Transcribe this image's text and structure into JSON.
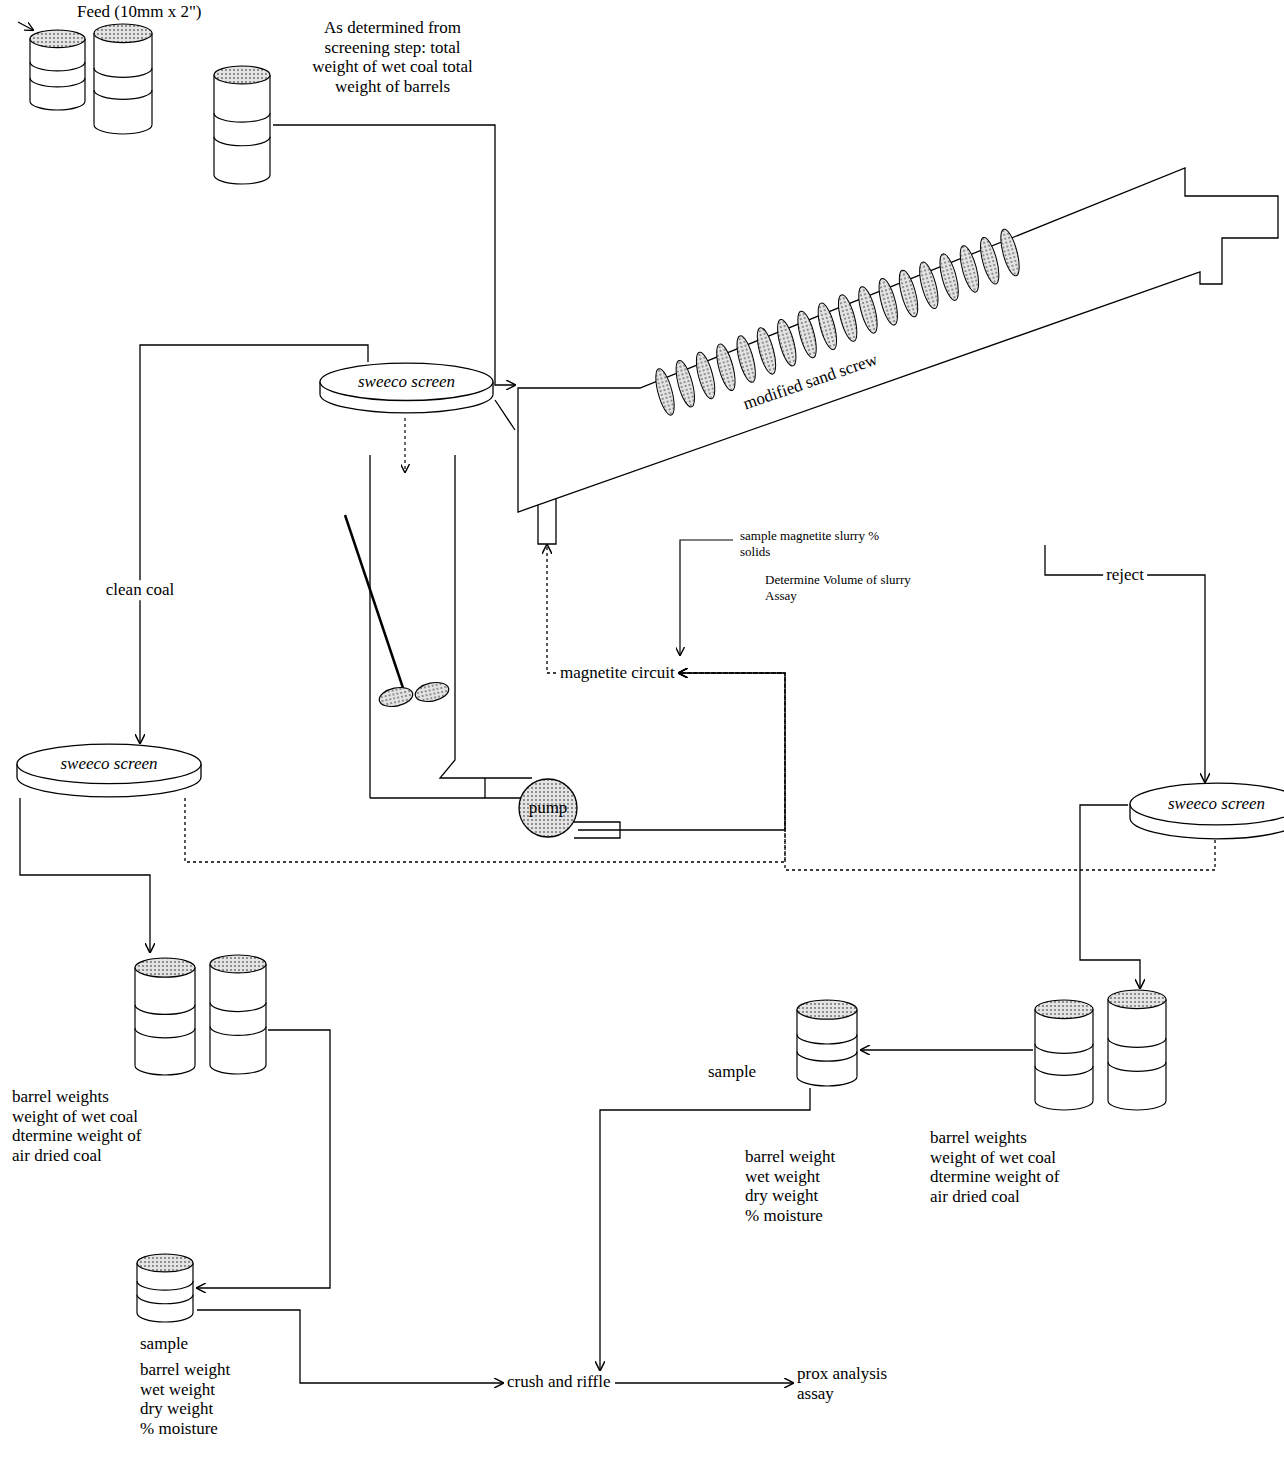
{
  "diagram": {
    "nodes": [
      {
        "text": [
          "Feed (10mm x 2\")",
          "As determined from screening step: total weight of wet coal total weight of barrels"
        ]
      },
      {
        "text": [
          "modified sand screw"
        ]
      },
      {
        "text": [
          "sweeco screen"
        ]
      },
      {
        "text": [
          "magnetite circuit"
        ]
      },
      {
        "text": [
          "sweeco screen"
        ]
      },
      {
        "text": [
          "pump"
        ]
      },
      {
        "text": [
          "sweeco screen"
        ]
      },
      {
        "text": [
          "barrel weights weight of wet coal dtermine weight of air dried coal"
        ]
      },
      {
        "text": [
          "sample",
          "barrel weight wet weight dry weight % moisture"
        ]
      },
      {
        "text": [
          "barrel weights weight of wet coal dtermine weight of air dried coal"
        ]
      },
      {
        "text": [
          "sample",
          "barrel weight wet weight dry weight % moisture"
        ]
      },
      {
        "text": [
          "crush and riffle"
        ]
      },
      {
        "text": [
          "prox analysis assay"
        ]
      }
    ],
    "edges": [
      {
        "from": 0,
        "to": 1,
        "arrow": "to"
      },
      {
        "from": 1,
        "to": 2,
        "arrow": "none"
      },
      {
        "from": 2,
        "to": 4,
        "label": "clean coal",
        "arrow": "to"
      },
      {
        "from": 1,
        "to": 6,
        "label": "reject",
        "arrow": "to"
      },
      {
        "from": 3,
        "to": 1,
        "arrow": "to"
      },
      {
        "from": 5,
        "to": 3,
        "arrow": "to"
      },
      {
        "from": 4,
        "to": 3,
        "arrow": "to"
      },
      {
        "from": 6,
        "to": 3,
        "arrow": "to"
      },
      {
        "from": 4,
        "to": 7,
        "arrow": "to"
      },
      {
        "from": 6,
        "to": 9,
        "arrow": "to"
      },
      {
        "from": 9,
        "to": 8,
        "arrow": "to"
      },
      {
        "from": 7,
        "to": 10,
        "arrow": "to"
      },
      {
        "from": 10,
        "to": 11,
        "arrow": "to"
      },
      {
        "from": 8,
        "to": 11,
        "arrow": "to"
      },
      {
        "from": 11,
        "to": 12,
        "arrow": "to"
      }
    ],
    "labels": [
      "sample magnetite slurry % solids",
      "Determine Volume of slurry Assay"
    ]
  }
}
